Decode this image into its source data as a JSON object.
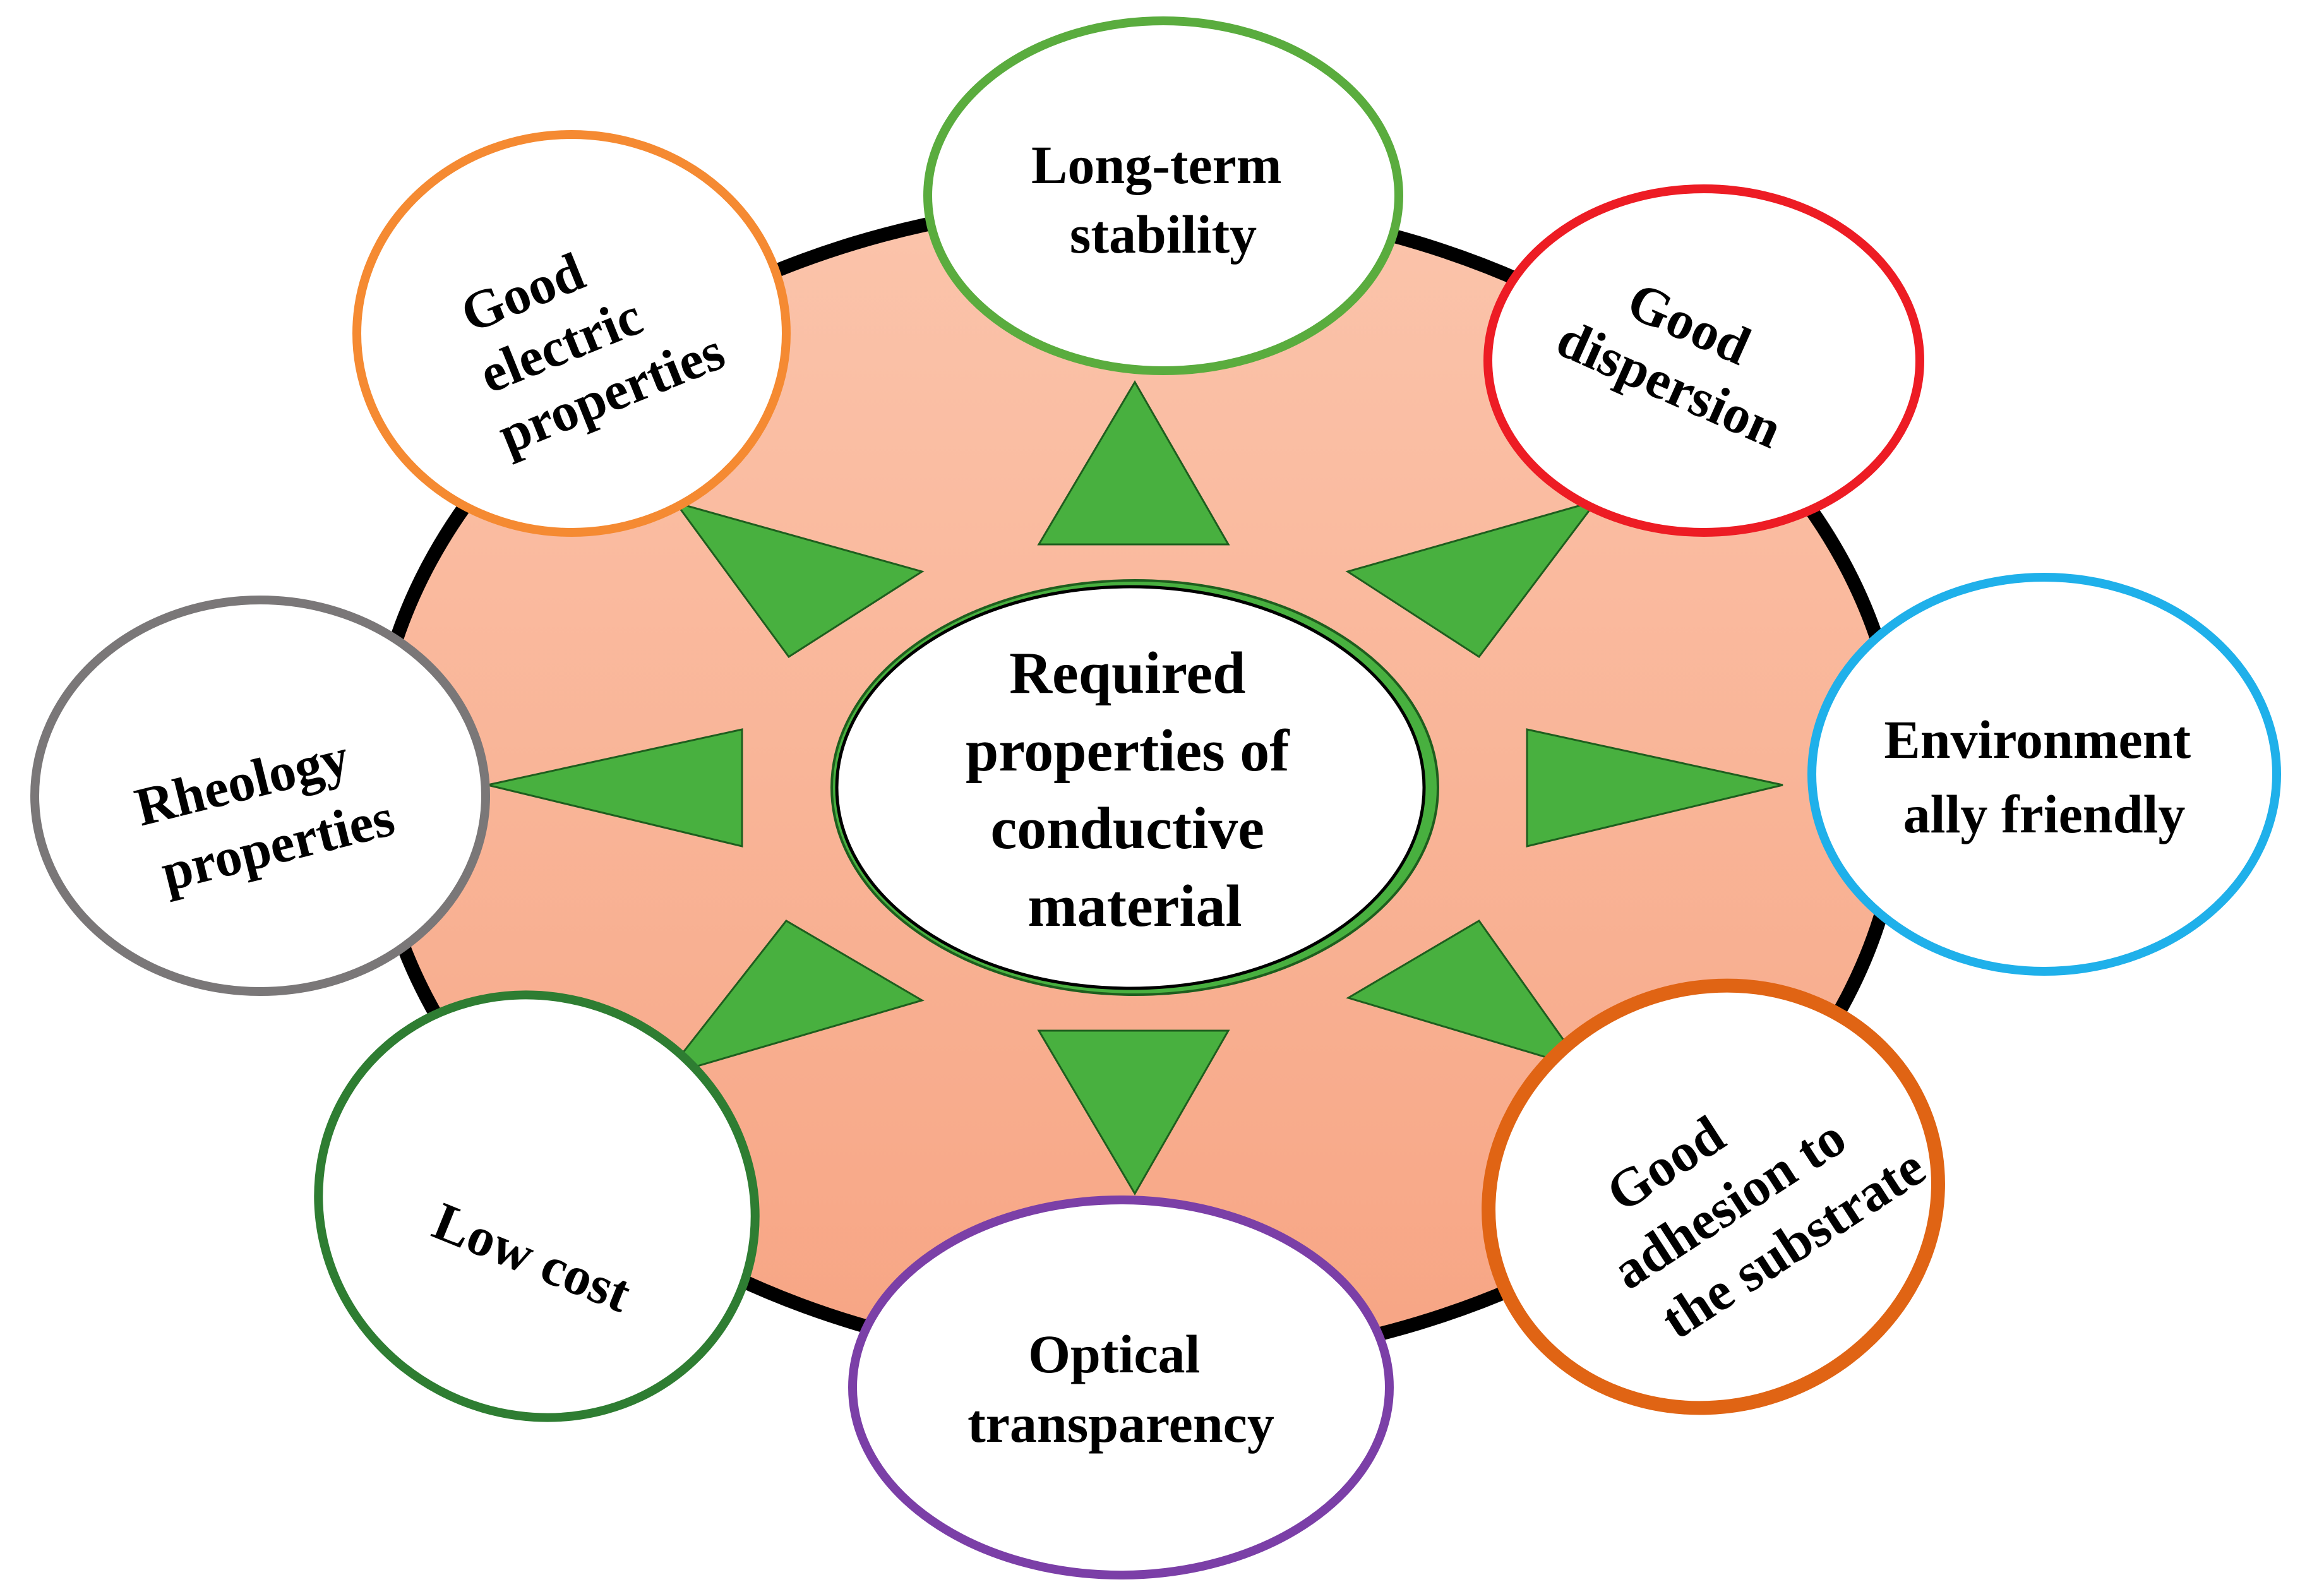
{
  "center": {
    "lines": [
      "Required",
      "properties of",
      "conductive",
      "material"
    ]
  },
  "nodes": [
    {
      "id": "long-term-stability",
      "lines": [
        "Long-term",
        "stability"
      ],
      "border": "#5aac3e"
    },
    {
      "id": "good-dispersion",
      "lines": [
        "Good",
        "dispersion"
      ],
      "border": "#ed1c24"
    },
    {
      "id": "environmentally-friendly",
      "lines": [
        "Environment",
        "ally friendly"
      ],
      "border": "#1fb0ea"
    },
    {
      "id": "good-adhesion",
      "lines": [
        "Good",
        "adhesion to",
        "the substrate"
      ],
      "border": "#e06414"
    },
    {
      "id": "optical-transparency",
      "lines": [
        "Optical",
        "transparency"
      ],
      "border": "#7b3fa7"
    },
    {
      "id": "low-cost",
      "lines": [
        "Low cost"
      ],
      "border": "#2e7d32"
    },
    {
      "id": "rheology-properties",
      "lines": [
        "Rheology",
        "properties"
      ],
      "border": "#7a7778"
    },
    {
      "id": "good-electric-properties",
      "lines": [
        "Good",
        "electric",
        "properties"
      ],
      "border": "#f58a32"
    }
  ],
  "colors": {
    "background_ellipse": "#f9b597",
    "background_border": "#000000",
    "arrow_fill": "#48b03f",
    "center_ring": "#48b03f",
    "node_fill": "#ffffff"
  }
}
